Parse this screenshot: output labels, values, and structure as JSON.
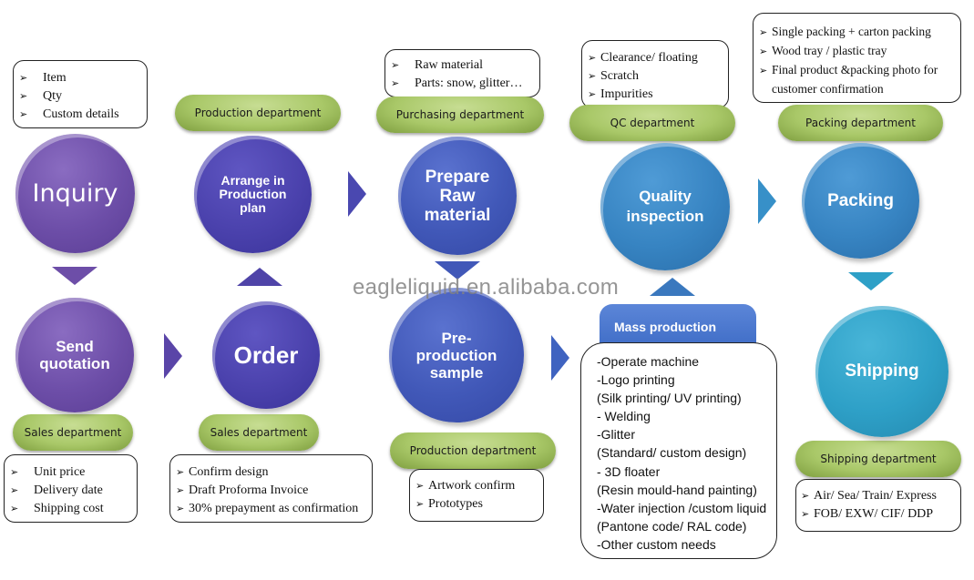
{
  "watermark": "eagleliquid.en.alibaba.com",
  "bullet_glyph": "➢",
  "steps": {
    "inquiry": {
      "label": "Inquiry"
    },
    "send_quotation": {
      "label": "Send quotation"
    },
    "order": {
      "label": "Order"
    },
    "arrange_production": {
      "label": "Arrange in Production plan"
    },
    "prepare_raw_material": {
      "label": "Prepare Raw material"
    },
    "pre_production_sample": {
      "label": "Pre- production sample"
    },
    "mass_production": {
      "label": "Mass production"
    },
    "quality_inspection": {
      "label": "Quality inspection"
    },
    "packing": {
      "label": "Packing"
    },
    "shipping": {
      "label": "Shipping"
    }
  },
  "departments": {
    "sales_quotation": "Sales department",
    "sales_order": "Sales department",
    "production_plan": "Production department",
    "purchasing": "Purchasing department",
    "production_sample": "Production department",
    "qc": "QC department",
    "packing": "Packing department",
    "shipping": "Shipping department"
  },
  "notes": {
    "inquiry": [
      "Item",
      "Qty",
      "Custom details"
    ],
    "quotation": [
      "Unit price",
      "Delivery date",
      "Shipping cost"
    ],
    "order": [
      "Confirm design",
      "Draft Proforma Invoice",
      "30% prepayment as confirmation"
    ],
    "raw_material": [
      "Raw material",
      "Parts: snow, glitter…"
    ],
    "sample": [
      "Artwork confirm",
      "Prototypes"
    ],
    "qc": [
      "Clearance/ floating",
      "Scratch",
      "Impurities"
    ],
    "packing": [
      "Single packing + carton packing",
      "Wood tray / plastic tray",
      "Final product &packing photo for",
      "customer confirmation"
    ],
    "shipping": [
      "Air/ Sea/ Train/ Express",
      "FOB/ EXW/ CIF/ DDP"
    ]
  },
  "mass_production_items": [
    "-Operate machine",
    "-Logo printing",
    "(Silk printing/ UV printing)",
    "- Welding",
    "-Glitter",
    "(Standard/ custom design)",
    "- 3D floater",
    "(Resin mould-hand painting)",
    "-Water injection /custom liquid",
    "(Pantone code/ RAL code)",
    "-Other custom needs"
  ],
  "colors": {
    "purple": "#6d4ea8",
    "indigo": "#4b42ad",
    "blue": "#4158b8",
    "steel": "#3784c2",
    "teal": "#2ea0c7",
    "dept_green": "#a9c868"
  }
}
